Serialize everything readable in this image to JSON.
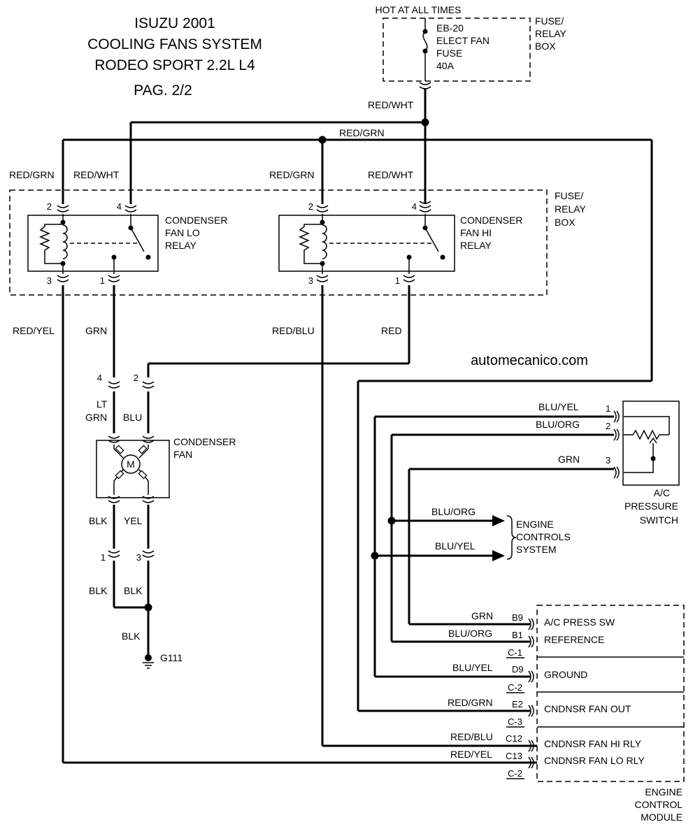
{
  "title": {
    "line1": "ISUZU 2001",
    "line2": "COOLING FANS SYSTEM",
    "line3": "RODEO SPORT 2.2L L4",
    "page": "PAG. 2/2"
  },
  "watermark": "automecanico.com",
  "top_fuse": {
    "hot_label": "HOT AT ALL TIMES",
    "fuse_line1": "EB-20",
    "fuse_line2": "ELECT FAN",
    "fuse_line3": "FUSE",
    "fuse_line4": "40A",
    "box_line1": "FUSE/",
    "box_line2": "RELAY",
    "box_line3": "BOX"
  },
  "wires": {
    "red_wht_feed": "RED/WHT",
    "red_grn_bus": "RED/GRN",
    "lo_pin2": "RED/GRN",
    "lo_pin4": "RED/WHT",
    "hi_pin2": "RED/GRN",
    "hi_pin4": "RED/WHT",
    "lo_pin3": "RED/YEL",
    "lo_pin1": "GRN",
    "hi_pin3": "RED/BLU",
    "hi_pin1": "RED",
    "fan_in_left_1": "LT",
    "fan_in_left_2": "GRN",
    "fan_in_right": "BLU",
    "fan_out_left": "BLK",
    "fan_out_right": "YEL",
    "ground_left": "BLK",
    "ground_right": "BLK",
    "ground_main": "BLK",
    "sw1": "BLU/YEL",
    "sw2": "BLU/ORG",
    "sw3": "GRN",
    "ecs_org": "BLU/ORG",
    "ecs_yel": "BLU/YEL",
    "ecm_b9": "GRN",
    "ecm_b1": "BLU/ORG",
    "ecm_d9": "BLU/YEL",
    "ecm_e2": "RED/GRN",
    "ecm_c12": "RED/BLU",
    "ecm_c13": "RED/YEL"
  },
  "relay_box": {
    "label_line1": "FUSE/",
    "label_line2": "RELAY",
    "label_line3": "BOX",
    "lo_relay": {
      "line1": "CONDENSER",
      "line2": "FAN LO",
      "line3": "RELAY",
      "pin_tl": "2",
      "pin_tr": "4",
      "pin_bl": "3",
      "pin_br": "1"
    },
    "hi_relay": {
      "line1": "CONDENSER",
      "line2": "FAN HI",
      "line3": "RELAY",
      "pin_tl": "2",
      "pin_tr": "4",
      "pin_bl": "3",
      "pin_br": "1"
    }
  },
  "condenser_fan": {
    "line1": "CONDENSER",
    "line2": "FAN",
    "motor": "M",
    "pin_in_left": "4",
    "pin_in_right": "2",
    "pin_gnd_left": "1",
    "pin_gnd_right": "3",
    "ground_name": "G111"
  },
  "pressure_switch": {
    "line1": "A/C",
    "line2": "PRESSURE",
    "line3": "SWITCH",
    "pin1": "1",
    "pin2": "2",
    "pin3": "3"
  },
  "engine_controls": {
    "line1": "ENGINE",
    "line2": "CONTROLS",
    "line3": "SYSTEM"
  },
  "ecm": {
    "label_line1": "ENGINE",
    "label_line2": "CONTROL",
    "label_line3": "MODULE",
    "rows": [
      {
        "pin": "B9",
        "name": "A/C PRESS SW"
      },
      {
        "pin": "B1",
        "name": "REFERENCE"
      },
      {
        "pin": "D9",
        "name": "GROUND"
      },
      {
        "pin": "E2",
        "name": "CNDNSR FAN OUT"
      },
      {
        "pin": "C12",
        "name": "CNDNSR FAN HI RLY"
      },
      {
        "pin": "C13",
        "name": "CNDNSR FAN LO RLY"
      }
    ],
    "connectors": [
      "C-1",
      "C-2",
      "C-3",
      "C-2"
    ]
  }
}
